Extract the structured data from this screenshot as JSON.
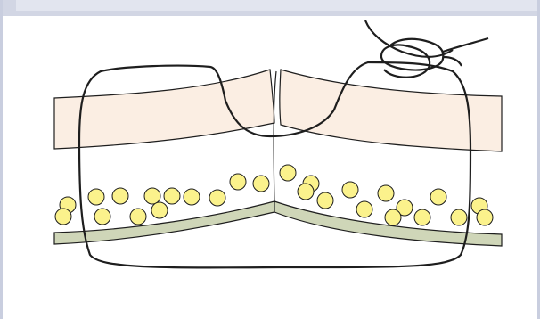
{
  "diagram": {
    "colors": {
      "background": "#ffffff",
      "frame": "#d2d6e4",
      "skin_layer": "#fbeee3",
      "fascia_layer": "#cfd6b8",
      "fat_globule": "#fbf28c",
      "outline": "#1e1e1e"
    },
    "elements": [
      "skin-layer-left",
      "skin-layer-right",
      "subcutaneous-fat-globules",
      "fascia-layer-left",
      "fascia-layer-right",
      "suture-loop",
      "surgical-knot",
      "wound-incision-line"
    ]
  }
}
